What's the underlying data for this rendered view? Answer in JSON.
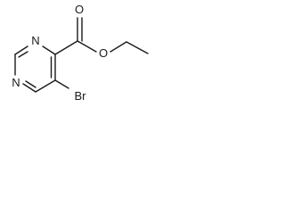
{
  "atoms": {
    "n_upper": "N",
    "n_lower": "N",
    "o_carbonyl": "O",
    "o_ester": "O",
    "br": "Br"
  }
}
